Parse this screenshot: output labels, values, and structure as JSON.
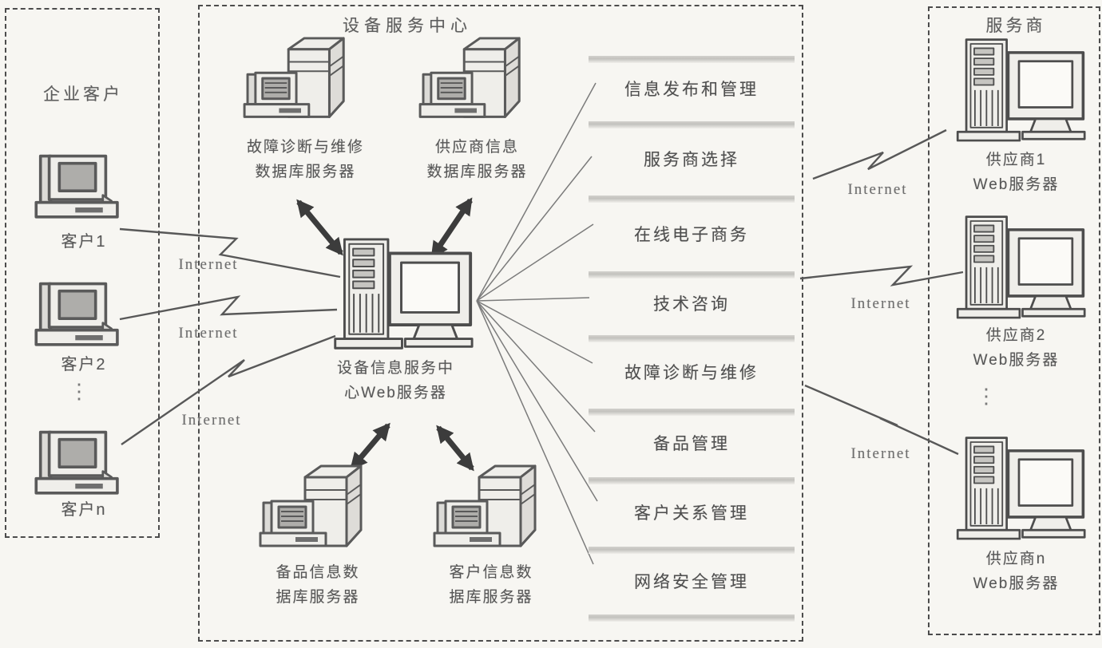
{
  "left_box": {
    "title": "企业客户",
    "clients": [
      {
        "label": "客户1"
      },
      {
        "label": "客户2"
      },
      {
        "label": "客户n"
      }
    ],
    "ellipsis": "⋮"
  },
  "center_box": {
    "title": "设备服务中心",
    "servers": {
      "top_left": {
        "line1": "故障诊断与维修",
        "line2": "数据库服务器"
      },
      "top_right": {
        "line1": "供应商信息",
        "line2": "数据库服务器"
      },
      "web": {
        "line1": "设备信息服务中",
        "line2": "心Web服务器"
      },
      "bottom_left": {
        "line1": "备品信息数",
        "line2": "据库服务器"
      },
      "bottom_right": {
        "line1": "客户信息数",
        "line2": "据库服务器"
      }
    },
    "services": [
      "信息发布和管理",
      "服务商选择",
      "在线电子商务",
      "技术咨询",
      "故障诊断与维修",
      "备品管理",
      "客户关系管理",
      "网络安全管理"
    ]
  },
  "right_box": {
    "title": "服务商",
    "suppliers": [
      {
        "line1": "供应商1",
        "line2": "Web服务器"
      },
      {
        "line1": "供应商2",
        "line2": "Web服务器"
      },
      {
        "line1": "供应商n",
        "line2": "Web服务器"
      }
    ],
    "ellipsis": "⋮"
  },
  "internet_labels": [
    "Internet",
    "Internet",
    "Internet",
    "Internet",
    "Internet",
    "Internet"
  ],
  "icons": {
    "client_pc": "desktop-computer-icon",
    "db_server": "database-server-icon",
    "web_server": "web-server-icon",
    "link": "lightning-bolt-icon",
    "sync": "double-headed-arrow-icon"
  },
  "colors": {
    "ink": "#4c4c4c",
    "background": "#f7f6f2"
  }
}
